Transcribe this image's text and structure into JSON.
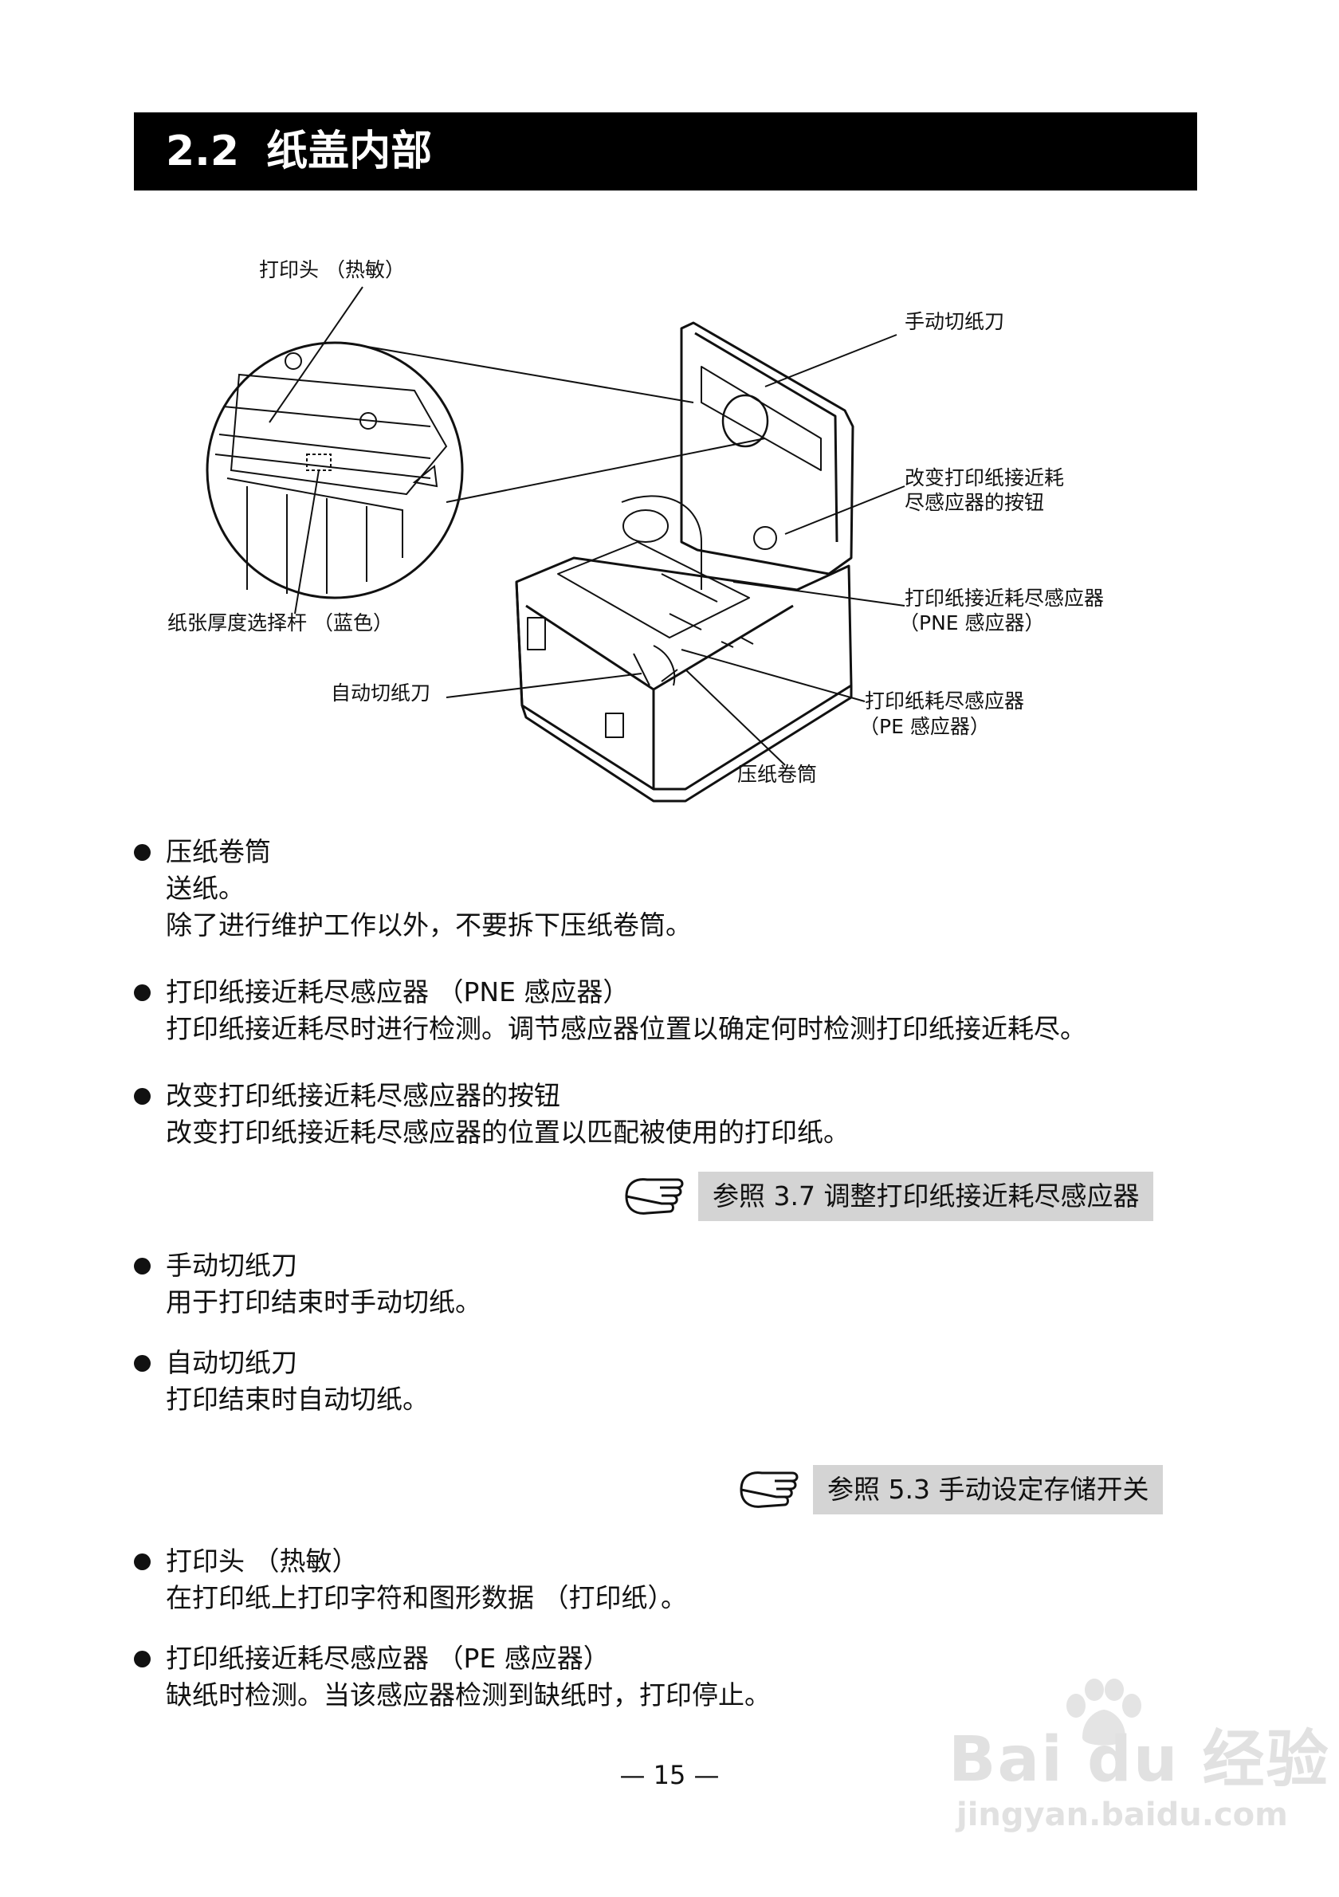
{
  "section": {
    "number": "2.2",
    "title": "纸盖内部"
  },
  "diagram": {
    "callouts": {
      "print_head": "打印头 （热敏）",
      "manual_cutter": "手动切纸刀",
      "pne_button_line1": "改变打印纸接近耗",
      "pne_button_line2": "尽感应器的按钮",
      "pne_sensor_line1": "打印纸接近耗尽感应器",
      "pne_sensor_line2": "（PNE 感应器）",
      "thickness_lever": "纸张厚度选择杆 （蓝色）",
      "auto_cutter": "自动切纸刀",
      "pe_sensor_line1": "打印纸耗尽感应器",
      "pe_sensor_line2": "（PE 感应器）",
      "platen": "压纸卷筒"
    }
  },
  "items": [
    {
      "head": "压纸卷筒",
      "desc": [
        "送纸。",
        "除了进行维护工作以外，不要拆下压纸卷筒。"
      ]
    },
    {
      "head": "打印纸接近耗尽感应器 （PNE 感应器）",
      "desc": [
        "打印纸接近耗尽时进行检测。调节感应器位置以确定何时检测打印纸接近耗尽。"
      ]
    },
    {
      "head": "改变打印纸接近耗尽感应器的按钮",
      "desc": [
        "改变打印纸接近耗尽感应器的位置以匹配被使用的打印纸。"
      ]
    },
    {
      "head": "手动切纸刀",
      "desc": [
        "用于打印结束时手动切纸。"
      ]
    },
    {
      "head": "自动切纸刀",
      "desc": [
        "打印结束时自动切纸。"
      ]
    },
    {
      "head": "打印头 （热敏）",
      "desc": [
        "在打印纸上打印字符和图形数据 （打印纸）。"
      ]
    },
    {
      "head": "打印纸接近耗尽感应器 （PE 感应器）",
      "desc": [
        "缺纸时检测。当该感应器检测到缺纸时，打印停止。"
      ]
    }
  ],
  "references": [
    {
      "text": "参照 3.7 调整打印纸接近耗尽感应器"
    },
    {
      "text": "参照 5.3 手动设定存储开关"
    }
  ],
  "page_number": "— 15 —",
  "watermark": {
    "main": "Bai du 经验",
    "sub": "jingyan.baidu.com"
  }
}
